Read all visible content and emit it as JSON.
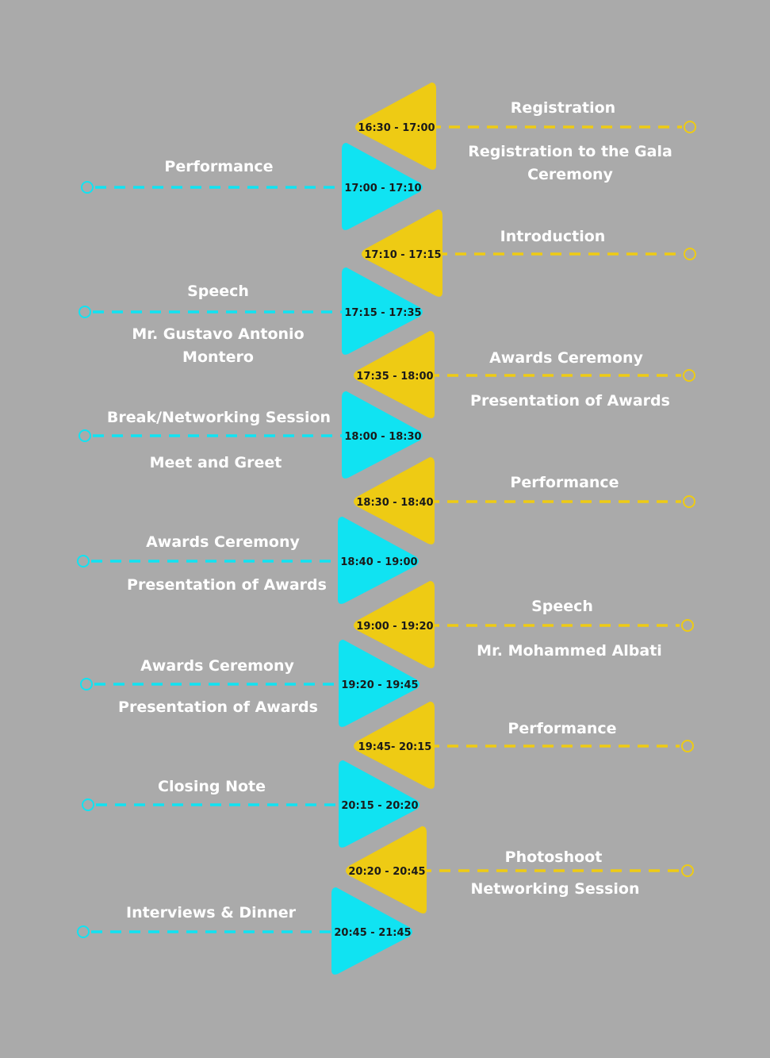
{
  "colors": {
    "background": "#aaaaaa",
    "yellow": "#eecb14",
    "cyan": "#10e3f2",
    "text": "#ffffff",
    "time_text": "#1a1a1a"
  },
  "events": [
    {
      "time": "16:30 - 17:00",
      "color": "yellow",
      "title": "Registration",
      "subtitle": [
        "Registration to the Gala",
        "Ceremony"
      ]
    },
    {
      "time": "17:00 - 17:10",
      "color": "cyan",
      "title": "Performance",
      "subtitle": []
    },
    {
      "time": "17:10 - 17:15",
      "color": "yellow",
      "title": "Introduction",
      "subtitle": []
    },
    {
      "time": "17:15 - 17:35",
      "color": "cyan",
      "title": "Speech",
      "subtitle": [
        "Mr. Gustavo Antonio",
        "Montero"
      ]
    },
    {
      "time": "17:35 - 18:00",
      "color": "yellow",
      "title": "Awards Ceremony",
      "subtitle": [
        "Presentation of Awards"
      ]
    },
    {
      "time": "18:00 - 18:30",
      "color": "cyan",
      "title": "Break/Networking Session",
      "subtitle": [
        "Meet and Greet"
      ]
    },
    {
      "time": "18:30 - 18:40",
      "color": "yellow",
      "title": "Performance",
      "subtitle": []
    },
    {
      "time": "18:40 - 19:00",
      "color": "cyan",
      "title": "Awards Ceremony",
      "subtitle": [
        "Presentation of Awards"
      ]
    },
    {
      "time": "19:00 - 19:20",
      "color": "yellow",
      "title": "Speech",
      "subtitle": [
        "Mr. Mohammed Albati"
      ]
    },
    {
      "time": "19:20 - 19:45",
      "color": "cyan",
      "title": "Awards Ceremony",
      "subtitle": [
        "Presentation of Awards"
      ]
    },
    {
      "time": "19:45- 20:15",
      "color": "yellow",
      "title": "Performance",
      "subtitle": []
    },
    {
      "time": "20:15 - 20:20",
      "color": "cyan",
      "title": "Closing Note",
      "subtitle": []
    },
    {
      "time": "20:20 - 20:45",
      "color": "yellow",
      "title": "Photoshoot",
      "subtitle": [
        "Networking Session"
      ]
    },
    {
      "time": "20:45 - 21:45",
      "color": "cyan",
      "title": "Interviews & Dinner",
      "subtitle": []
    }
  ]
}
